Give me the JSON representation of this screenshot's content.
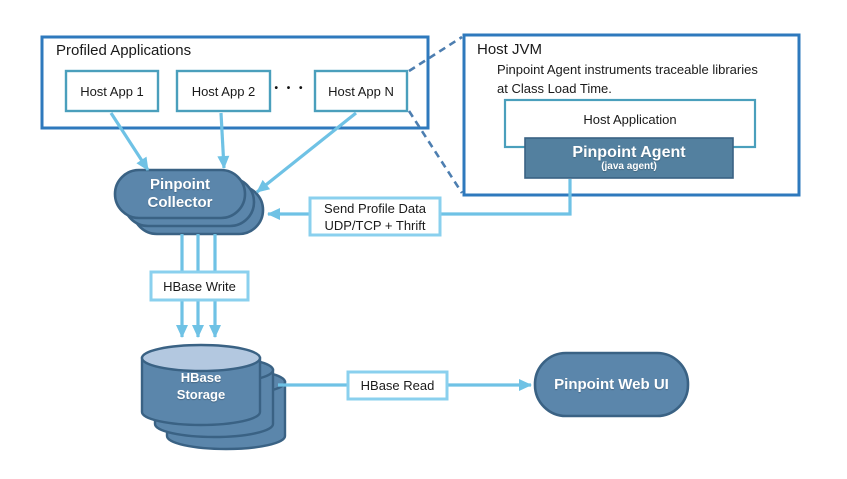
{
  "colors": {
    "background": "#ffffff",
    "outer_box_border": "#2e79bd",
    "inner_box_border": "#4a9fbc",
    "label_box_border": "#8ad0ee",
    "arrow": "#6fc2e5",
    "dashed_callout": "#4d7eb0",
    "shape_fill": "#5b86ab",
    "shape_border": "#3a6284",
    "agent_fill": "#53809f",
    "cylinder_top_fill": "#b3c8e0",
    "text": "#1a1a1a",
    "shape_text": "#ffffff"
  },
  "profiled_applications": {
    "title": "Profiled Applications",
    "apps": [
      "Host App 1",
      "Host App 2",
      "Host App N"
    ],
    "ellipsis": "• • •"
  },
  "host_jvm": {
    "title": "Host JVM",
    "description_line1": "Pinpoint Agent instruments traceable libraries",
    "description_line2": "at Class Load Time.",
    "host_application_label": "Host Application",
    "agent_label": "Pinpoint Agent",
    "agent_sublabel": "(java agent)"
  },
  "collector": {
    "line1": "Pinpoint",
    "line2": "Collector"
  },
  "labels": {
    "send_profile_line1": "Send Profile Data",
    "send_profile_line2": "UDP/TCP + Thrift",
    "hbase_write": "HBase Write",
    "hbase_read": "HBase Read"
  },
  "storage": {
    "line1": "HBase",
    "line2": "Storage"
  },
  "web_ui": {
    "label": "Pinpoint Web UI"
  }
}
